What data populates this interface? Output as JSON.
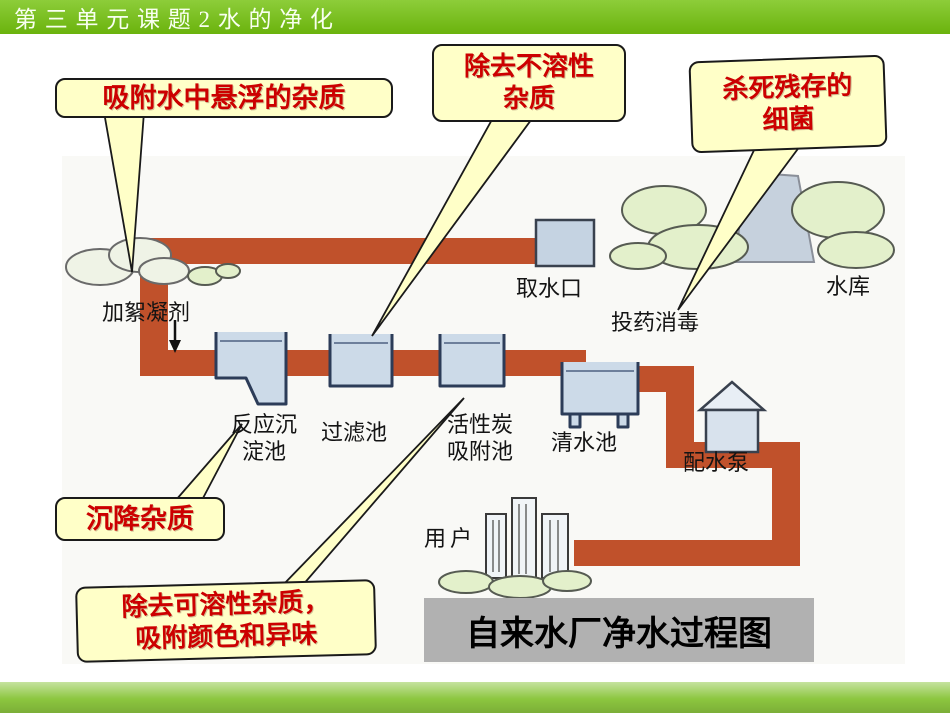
{
  "header": {
    "title": "第 三 单 元 课 题 2 水 的 净 化"
  },
  "callouts": {
    "adsorb": {
      "text": "吸附水中悬浮的杂质"
    },
    "insoluble": {
      "line1": "除去不溶性",
      "line2": "杂质"
    },
    "bacteria": {
      "line1": "杀死残存的",
      "line2": "细菌"
    },
    "settle": {
      "text": "沉降杂质"
    },
    "soluble": {
      "line1": "除去可溶性杂质，",
      "line2": "吸附颜色和异味"
    }
  },
  "diagram": {
    "labels": {
      "flocculant": "加絮凝剂",
      "intake": "取水口",
      "reservoir": "水库",
      "disinfect": "投药消毒",
      "sedimentation_line1": "反应沉",
      "sedimentation_line2": "淀池",
      "filter": "过滤池",
      "carbon_line1": "活性炭",
      "carbon_line2": "吸附池",
      "clear_water": "清水池",
      "pump": "配水泵",
      "users": "用户"
    },
    "caption": "自来水厂净水过程图"
  },
  "colors": {
    "header_green": "#74c20e",
    "footer_green": "#8cc63f",
    "pipe": "#c0512b",
    "callout_bg": "#ffffc8",
    "callout_text": "#cc0000",
    "tank_fill": "#ccdae8",
    "caption_bg": "#b1b1b1",
    "bush_fill": "#e3f0cb",
    "water_fill": "#c6d1dd"
  }
}
